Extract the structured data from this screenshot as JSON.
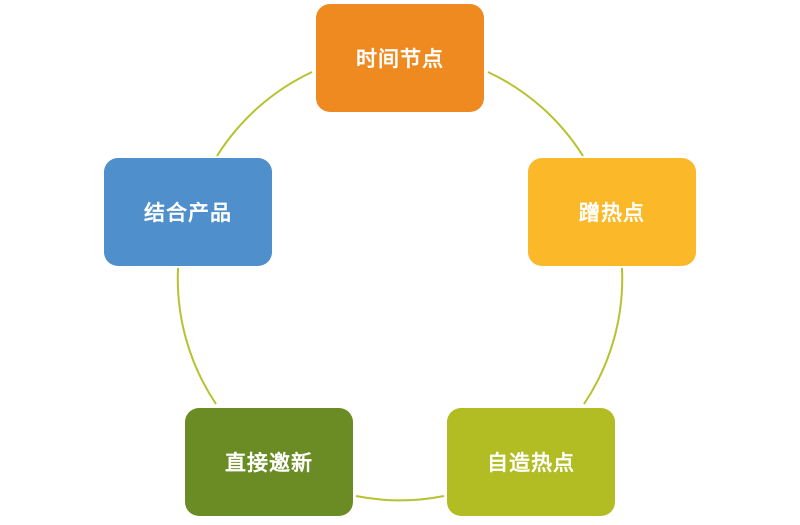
{
  "diagram": {
    "type": "cycle",
    "connector_color": "#b6c22f",
    "nodes": [
      {
        "label": "时间节点",
        "color": "#ee8a20"
      },
      {
        "label": "蹭热点",
        "color": "#fbb828"
      },
      {
        "label": "自造热点",
        "color": "#b2bc23"
      },
      {
        "label": "直接邀新",
        "color": "#6b8c25"
      },
      {
        "label": "结合产品",
        "color": "#4f8fcc"
      }
    ]
  }
}
